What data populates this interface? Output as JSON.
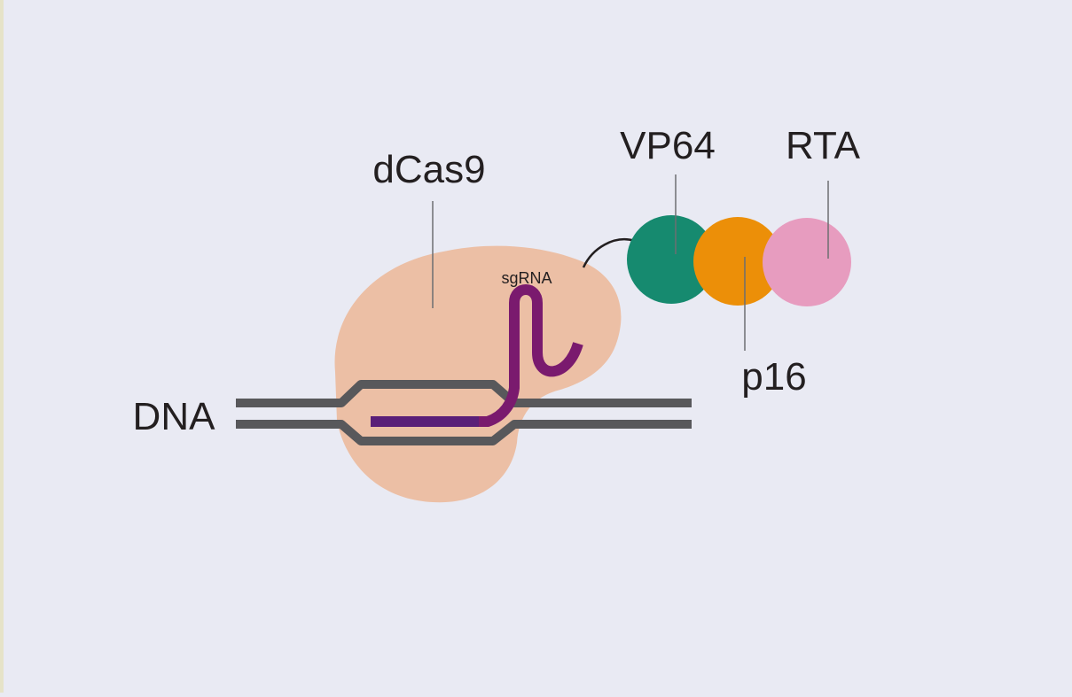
{
  "labels": {
    "dcas9": "dCas9",
    "sgrna": "sgRNA",
    "dna": "DNA",
    "vp64": "VP64",
    "p16": "p16",
    "rta": "RTA"
  },
  "colors": {
    "background": "#e9eaf3",
    "dcas9_body": "#ecbfa5",
    "dna_strand": "#58585b",
    "sgrna_strand": "#7a1a6e",
    "sgrna_guide": "#5a1f78",
    "vp64_domain": "#168a6f",
    "p16_domain": "#ec8f08",
    "rta_domain": "#e79cbf",
    "leader_line": "#6d6e71",
    "linker": "#231f20"
  }
}
